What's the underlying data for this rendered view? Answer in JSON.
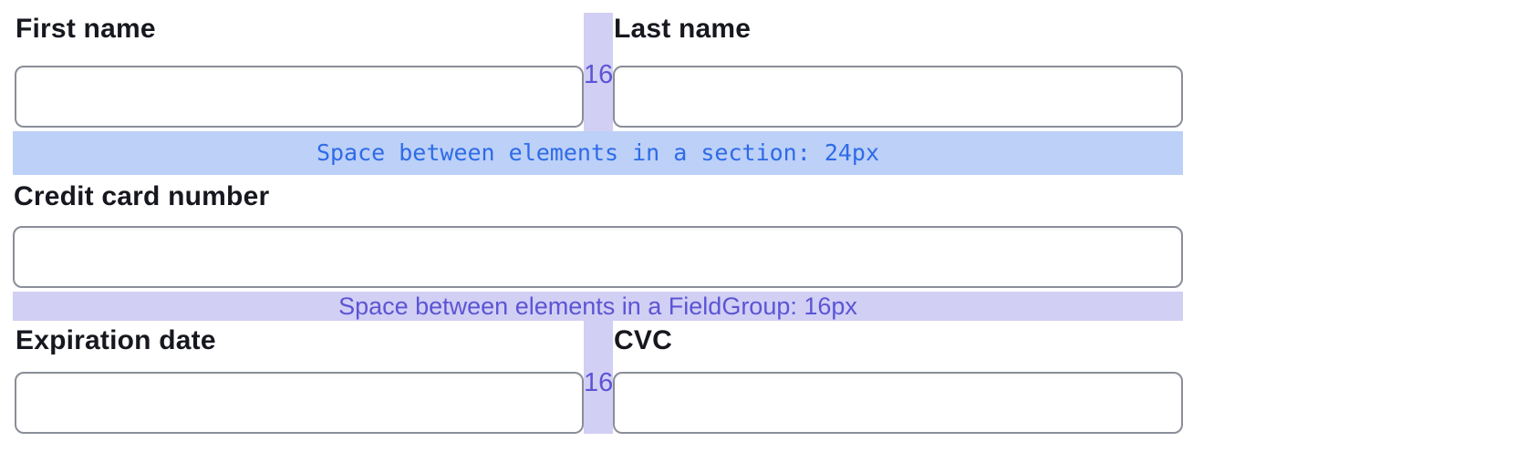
{
  "form": {
    "section_1": {
      "fields": [
        {
          "label": "First name",
          "value": "",
          "placeholder": ""
        },
        {
          "label": "Last name",
          "value": "",
          "placeholder": ""
        }
      ],
      "gap_size_label": "16"
    },
    "section_2": {
      "fields": [
        {
          "label": "Credit card number",
          "value": "",
          "placeholder": ""
        }
      ]
    },
    "section_3": {
      "fields": [
        {
          "label": "Expiration date",
          "value": "",
          "placeholder": ""
        },
        {
          "label": "CVC",
          "value": "",
          "placeholder": ""
        }
      ],
      "gap_size_label": "16"
    }
  },
  "annotations": {
    "section_spacing_text": "Space between elements in a section: 24px",
    "fieldgroup_spacing_text": "Space between elements in a FieldGroup: 16px"
  },
  "colors": {
    "section_band_bg": "#bcd0f8",
    "section_band_text": "#2e6be6",
    "fieldgroup_band_bg": "#d2cff4",
    "fieldgroup_band_text": "#5b55d6",
    "gap_strip_bg": "#d2cff4",
    "gap_label_text": "#5b55d6",
    "input_border": "#8a8e98",
    "label_text": "#17181f"
  }
}
